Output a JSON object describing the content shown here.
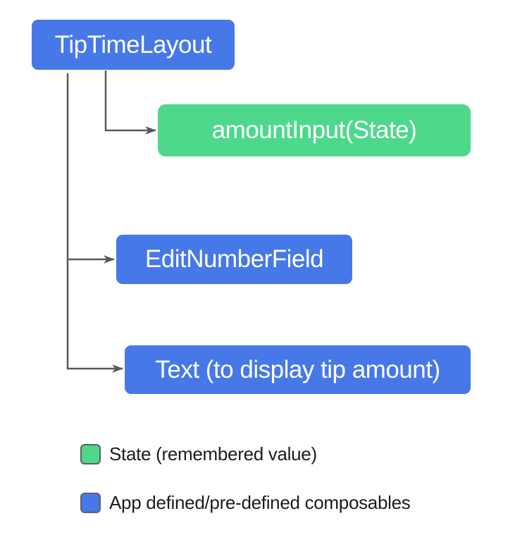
{
  "diagram": {
    "nodes": [
      {
        "id": "tip-time-layout",
        "label": "TipTimeLayout",
        "kind": "composable",
        "fill": "#4678E8",
        "text_color": "#FFFFFF"
      },
      {
        "id": "amount-input-state",
        "label": "amountInput(State)",
        "kind": "state",
        "fill": "#4ED88C",
        "text_color": "#FFFFFF"
      },
      {
        "id": "edit-number-field",
        "label": "EditNumberField",
        "kind": "composable",
        "fill": "#4678E8",
        "text_color": "#FFFFFF"
      },
      {
        "id": "text-display-tip-amount",
        "label": "Text (to display tip amount)",
        "kind": "composable",
        "fill": "#4678E8",
        "text_color": "#FFFFFF"
      }
    ],
    "edges": [
      {
        "from": "TipTimeLayout",
        "to": "amountInput(State)"
      },
      {
        "from": "TipTimeLayout",
        "to": "EditNumberField"
      },
      {
        "from": "TipTimeLayout",
        "to": "Text (to display tip amount)"
      }
    ],
    "connector_color": "#595959"
  },
  "legend": {
    "items": [
      {
        "label": "State (remembered value)",
        "swatch_color": "#4ED88C"
      },
      {
        "label": "App defined/pre-defined composables",
        "swatch_color": "#4678E8"
      }
    ]
  }
}
